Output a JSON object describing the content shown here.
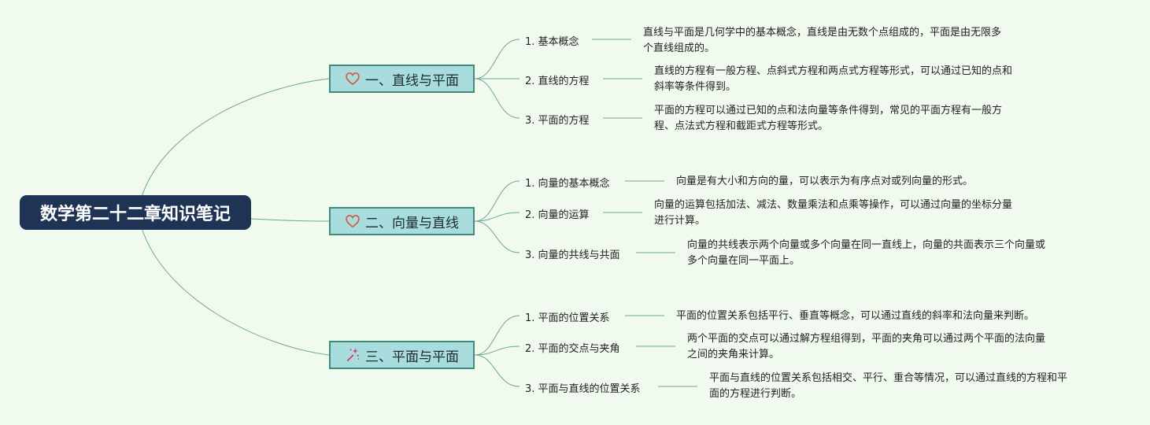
{
  "root": {
    "title": "数学第二十二章知识笔记"
  },
  "branches": [
    {
      "title": "一、直线与平面",
      "icon": "heart-icon",
      "items": [
        {
          "label": "1. 基本概念",
          "desc": "直线与平面是几何学中的基本概念，直线是由无数个点组成的，平面是由无限多\n个直线组成的。"
        },
        {
          "label": "2. 直线的方程",
          "desc": "直线的方程有一般方程、点斜式方程和两点式方程等形式，可以通过已知的点和\n斜率等条件得到。"
        },
        {
          "label": "3. 平面的方程",
          "desc": "平面的方程可以通过已知的点和法向量等条件得到，常见的平面方程有一般方\n程、点法式方程和截距式方程等形式。"
        }
      ]
    },
    {
      "title": "二、向量与直线",
      "icon": "heart-icon",
      "items": [
        {
          "label": "1. 向量的基本概念",
          "desc": "向量是有大小和方向的量，可以表示为有序点对或列向量的形式。"
        },
        {
          "label": "2. 向量的运算",
          "desc": "向量的运算包括加法、减法、数量乘法和点乘等操作，可以通过向量的坐标分量\n进行计算。"
        },
        {
          "label": "3. 向量的共线与共面",
          "desc": "向量的共线表示两个向量或多个向量在同一直线上，向量的共面表示三个向量或\n多个向量在同一平面上。"
        }
      ]
    },
    {
      "title": "三、平面与平面",
      "icon": "magic-wand-sparkle-icon",
      "items": [
        {
          "label": "1. 平面的位置关系",
          "desc": "平面的位置关系包括平行、垂直等概念，可以通过直线的斜率和法向量来判断。"
        },
        {
          "label": "2. 平面的交点与夹角",
          "desc": "两个平面的交点可以通过解方程组得到，平面的夹角可以通过两个平面的法向量\n之间的夹角来计算。"
        },
        {
          "label": "3. 平面与直线的位置关系",
          "desc": "平面与直线的位置关系包括相交、平行、重合等情况，可以通过直线的方程和平\n面的方程进行判断。"
        }
      ]
    }
  ],
  "colors": {
    "line": "#6aa98f",
    "root_bg": "#1f3454",
    "branch_bg": "#a9dcdc",
    "branch_border": "#3f8a78",
    "heart": "#d9534f",
    "wand": "#d6336c"
  }
}
